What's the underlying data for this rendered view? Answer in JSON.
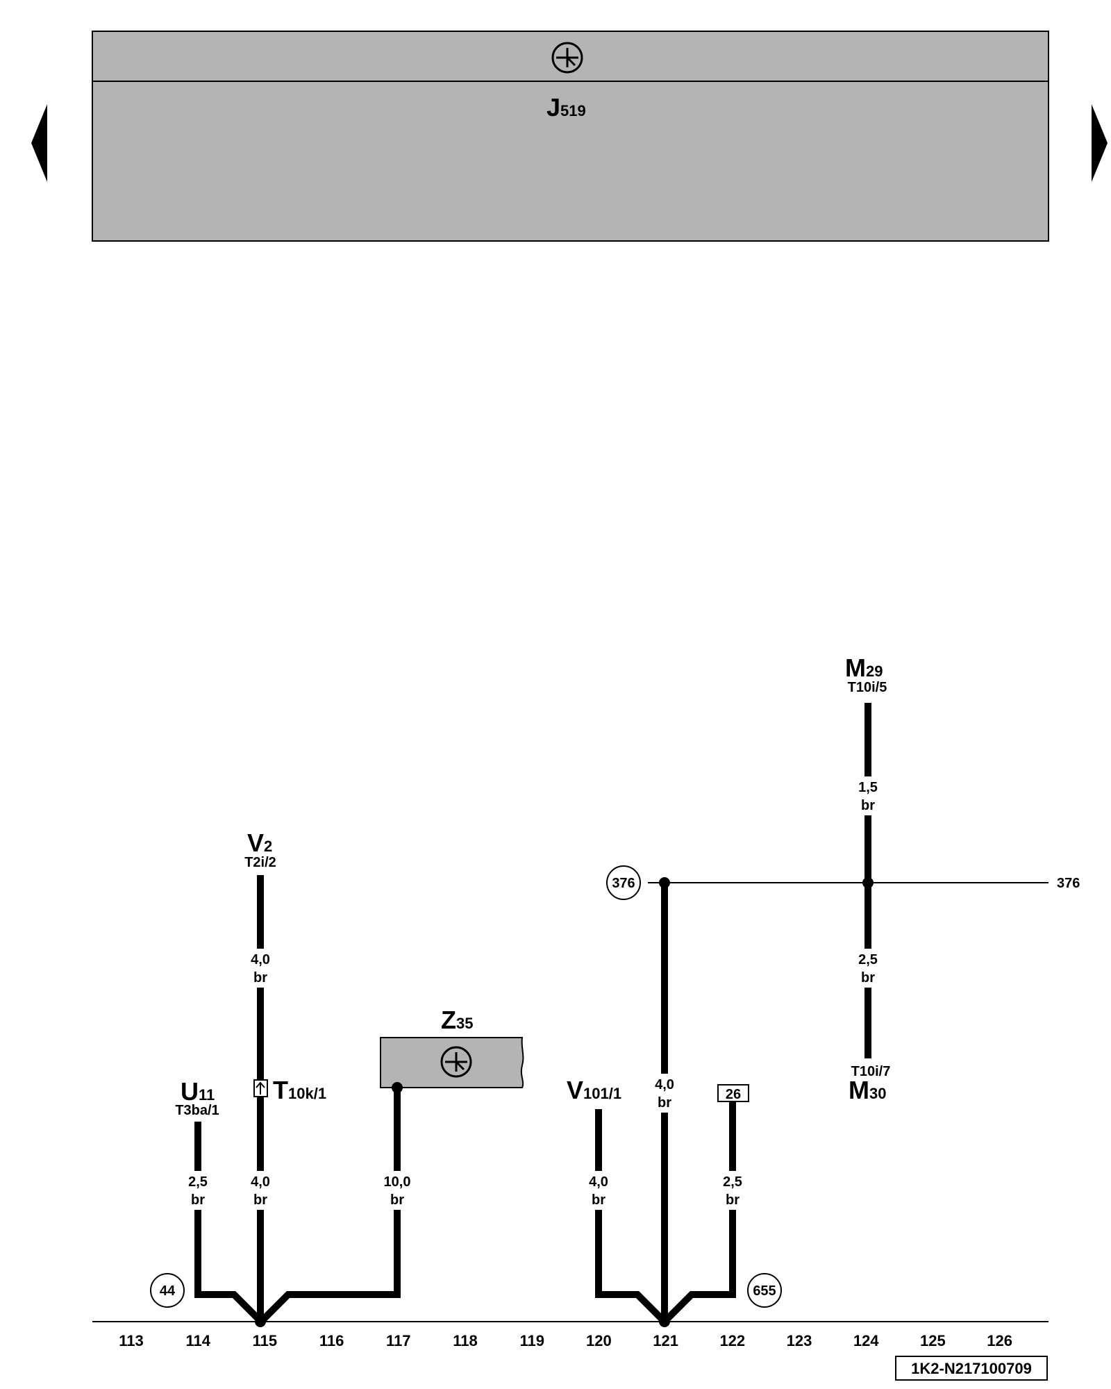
{
  "module": {
    "id": "J",
    "sub": "519"
  },
  "components": {
    "v2": {
      "id": "V",
      "sub": "2",
      "pin": "T2i/2"
    },
    "u11": {
      "id": "U",
      "sub": "11",
      "pin": "T3ba/1"
    },
    "t10k": {
      "id": "T",
      "sub": "10k/1"
    },
    "z35": {
      "id": "Z",
      "sub": "35"
    },
    "v101": {
      "id": "V",
      "sub": "101/1"
    },
    "m29": {
      "id": "M",
      "sub": "29",
      "pin": "T10i/5"
    },
    "m30": {
      "id": "M",
      "sub": "30",
      "pin": "T10i/7"
    }
  },
  "wires": {
    "w114": {
      "size": "2,5",
      "color": "br"
    },
    "w115a": {
      "size": "4,0",
      "color": "br"
    },
    "w115b": {
      "size": "4,0",
      "color": "br"
    },
    "w117": {
      "size": "10,0",
      "color": "br"
    },
    "w120": {
      "size": "4,0",
      "color": "br"
    },
    "w121": {
      "size": "4,0",
      "color": "br"
    },
    "w122": {
      "size": "2,5",
      "color": "br"
    },
    "w124a": {
      "size": "1,5",
      "color": "br"
    },
    "w124b": {
      "size": "2,5",
      "color": "br"
    }
  },
  "refs": {
    "circle_44": "44",
    "circle_376": "376",
    "circle_655": "655",
    "box_26": "26",
    "line_376": "376"
  },
  "tracks": [
    "113",
    "114",
    "115",
    "116",
    "117",
    "118",
    "119",
    "120",
    "121",
    "122",
    "123",
    "124",
    "125",
    "126"
  ],
  "diagram_code": "1K2-N217100709",
  "colors": {
    "panel": "#b4b4b4",
    "wire": "#000000"
  }
}
